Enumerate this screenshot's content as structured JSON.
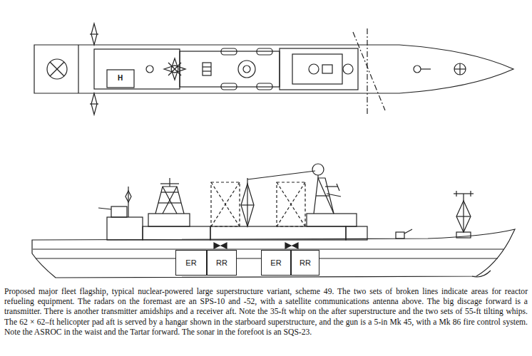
{
  "diagram": {
    "caption": "Proposed major fleet flagship, typical nuclear-powered large superstructure variant, scheme 49. The two sets of broken lines indicate areas for reactor refueling equipment. The radars on the foremast are an SPS-10 and -52, with a satellite communications antenna above. The big discage forward is a transmitter. There is another transmitter amidships and a receiver aft. Note the 35-ft whip on the after superstructure and the two sets of 55-ft tilting whips. The 62 × 62–ft helicopter pad aft is served by a hangar shown in the starboard superstructure, and the gun is a 5-in Mk 45, with a Mk 86 fire control system. Note the ASROC in the waist and the Tartar forward. The sonar in the forefoot is an SQS-23.",
    "nodes": [
      {
        "text": [
          "ER"
        ]
      },
      {
        "text": [
          "RR"
        ]
      },
      {
        "text": [
          "ER"
        ]
      },
      {
        "text": [
          "RR"
        ]
      }
    ],
    "labels": [
      "H"
    ]
  }
}
